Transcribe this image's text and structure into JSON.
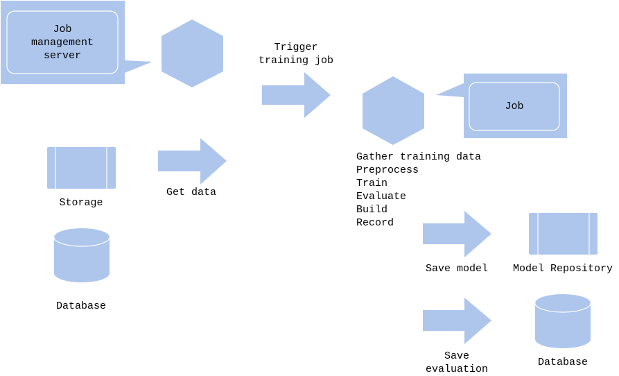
{
  "colors": {
    "shape_fill": "#aec6ec",
    "box_border": "#ffffff",
    "text": "#000000",
    "background": "#ffffff"
  },
  "nodes": {
    "job_server_callout": {
      "label": "Job\nmanagement\nserver"
    },
    "job_callout": {
      "label": "Job"
    },
    "storage": {
      "label": "Storage"
    },
    "database_left": {
      "label": "Database"
    },
    "model_repository": {
      "label": "Model Repository"
    },
    "database_right": {
      "label": "Database"
    }
  },
  "arrows": {
    "trigger": {
      "label": "Trigger\ntraining job"
    },
    "get_data": {
      "label": "Get data"
    },
    "save_model": {
      "label": "Save model"
    },
    "save_evaluation": {
      "label": "Save\nevaluation"
    }
  },
  "steps": [
    "Gather training data",
    "Preprocess",
    "Train",
    "Evaluate",
    "Build",
    "Record"
  ]
}
